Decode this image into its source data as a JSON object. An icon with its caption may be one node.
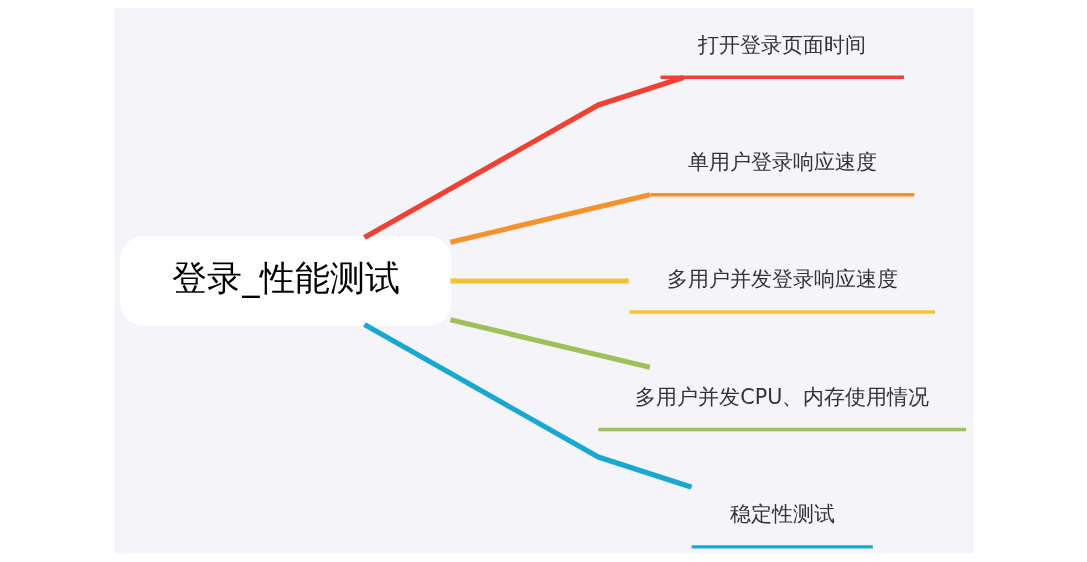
{
  "diagram": {
    "nodes": [
      {
        "text": [
          "登录_性能测试"
        ]
      },
      {
        "text": [
          "打开登录页面时间"
        ]
      },
      {
        "text": [
          "单用户登录响应速度"
        ]
      },
      {
        "text": [
          "多用户并发登录响应速度"
        ]
      },
      {
        "text": [
          "多用户并发CPU、内存使用情况"
        ]
      },
      {
        "text": [
          "稳定性测试"
        ]
      }
    ],
    "edges": [
      {
        "from": 0,
        "to": 1,
        "arrow": "none",
        "color": "#f04134"
      },
      {
        "from": 0,
        "to": 2,
        "arrow": "none",
        "color": "#f5922f"
      },
      {
        "from": 0,
        "to": 3,
        "arrow": "none",
        "color": "#f5c330"
      },
      {
        "from": 0,
        "to": 4,
        "arrow": "none",
        "color": "#9dc05a"
      },
      {
        "from": 0,
        "to": 5,
        "arrow": "none",
        "color": "#1aa8d1"
      }
    ]
  }
}
